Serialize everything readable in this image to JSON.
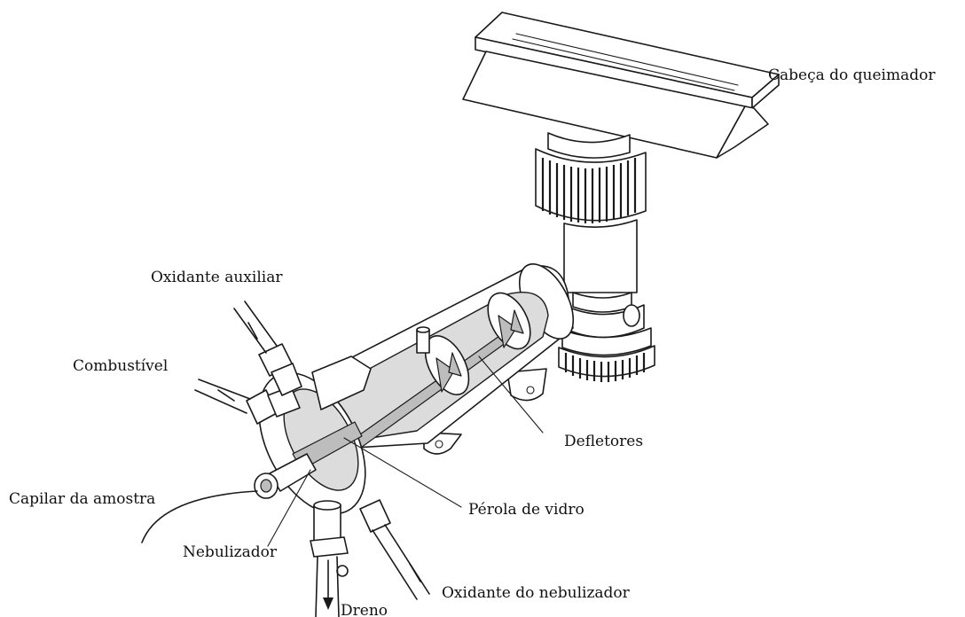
{
  "labels": {
    "burner_head": "Cabeça do queimador",
    "aux_oxidant": "Oxidante auxiliar",
    "fuel": "Combustível",
    "baffles": "Defletores",
    "sample_capillary": "Capilar da amostra",
    "glass_bead": "Pérola de vidro",
    "nebulizer": "Nebulizador",
    "nebulizer_oxidant": "Oxidante do nebulizador",
    "drain": "Dreno"
  }
}
